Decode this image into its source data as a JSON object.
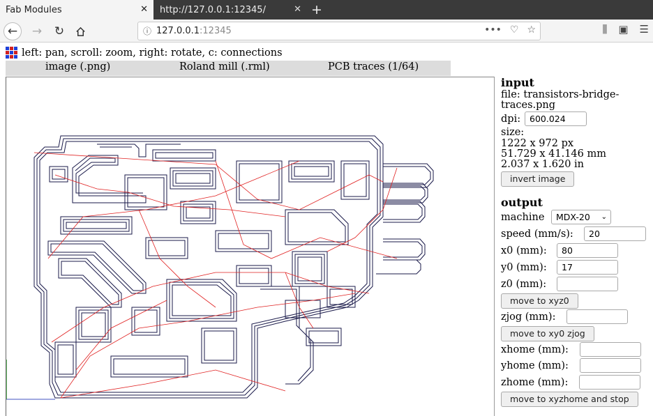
{
  "browser": {
    "active_tab": "Fab Modules",
    "inactive_tab": "http://127.0.0.1:12345/",
    "url_host": "127.0.0.1",
    "url_port": ":12345"
  },
  "page": {
    "hint": "left: pan, scroll: zoom, right: rotate, c: connections",
    "tabs": [
      "image (.png)",
      "Roland mill (.rml)",
      "PCB traces (1/64)"
    ]
  },
  "input": {
    "header": "input",
    "file_line1": "file: transistors-bridge-",
    "file_line2": "traces.png",
    "dpi_label": "dpi:",
    "dpi_value": "600.024",
    "size_label": "size:",
    "size_px": "1222 x 972 px",
    "size_mm": "51.729 x 41.146 mm",
    "size_in": "2.037 x 1.620 in",
    "invert_button": "invert image"
  },
  "output": {
    "header": "output",
    "machine_label": "machine",
    "machine_value": "MDX-20",
    "speed_label": "speed (mm/s):",
    "speed_value": "20",
    "x0_label": "x0 (mm):",
    "x0_value": "80",
    "y0_label": "y0 (mm):",
    "y0_value": "17",
    "z0_label": "z0 (mm):",
    "z0_value": "",
    "move_xyz0_button": "move to xyz0",
    "zjog_label": "zjog (mm):",
    "zjog_value": "",
    "move_xy0_zjog_button": "move to xy0 zjog",
    "xhome_label": "xhome (mm):",
    "xhome_value": "",
    "yhome_label": "yhome (mm):",
    "yhome_value": "",
    "zhome_label": "zhome (mm):",
    "zhome_value": "",
    "move_home_button": "move to xyzhome and stop"
  },
  "colors": {
    "trace": "#1a1a4a",
    "connection": "#e02020",
    "logo": [
      "#1e40d8",
      "#d02020",
      "#1e40d8",
      "#d02020",
      "#1e40d8",
      "#d02020",
      "#1e40d8",
      "#d02020",
      "#1e40d8"
    ]
  }
}
